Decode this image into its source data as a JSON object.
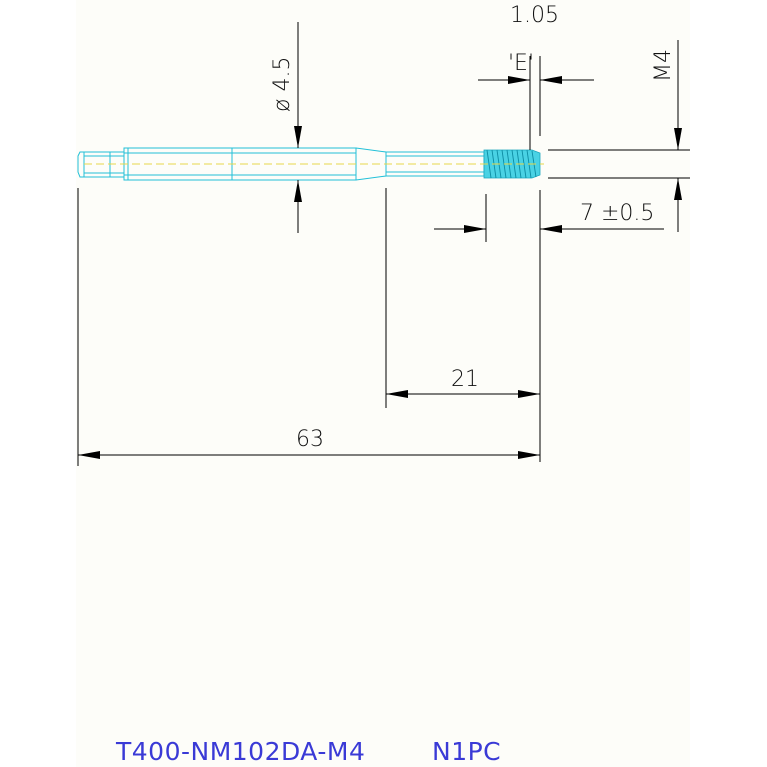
{
  "drawing": {
    "background": "#fdfdf9",
    "tool_color": "#22c0d8",
    "thread_color": "#49d2e4",
    "centerline_color": "#e6d84a",
    "title_color": "#3a3ad6"
  },
  "dimensions": {
    "thread_pitch": "1.05",
    "chamfer_label": "'E'",
    "thread_size": "M4",
    "shank_diameter": "ø 4.5",
    "thread_length": "7 ±0.5",
    "neck_length": "21",
    "overall_length": "63"
  },
  "title_block": {
    "part_number": "T400-NM102DA-M4",
    "code": "N1PC"
  }
}
